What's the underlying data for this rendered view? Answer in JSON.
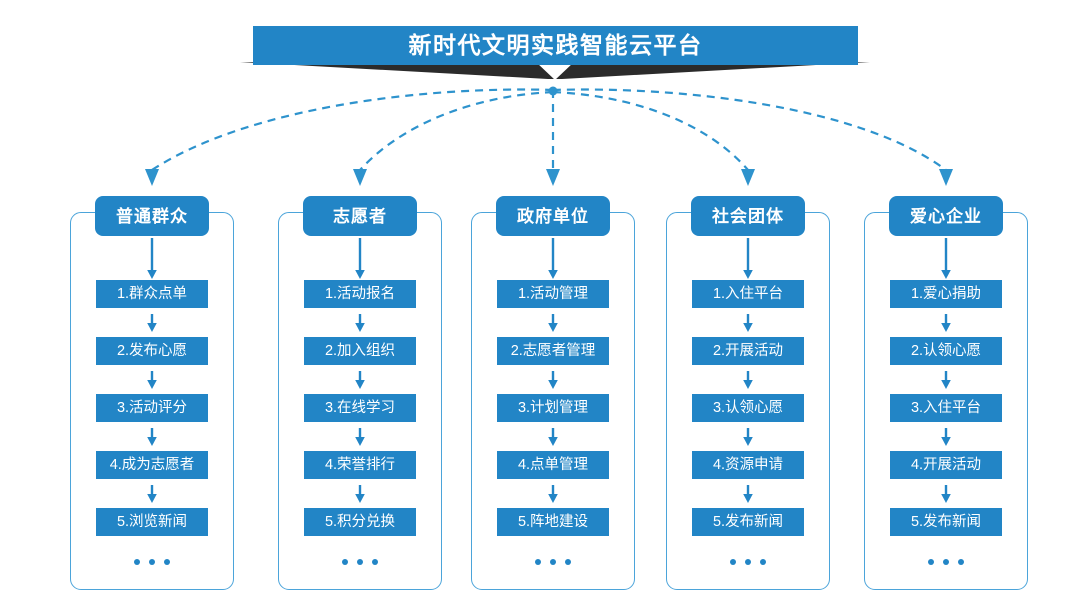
{
  "banner": {
    "title": "新时代文明实践智能云平台",
    "arrow_icon": "chevron-down-icon"
  },
  "theme": {
    "primary_blue": "#2285c6",
    "border_blue": "#4ba4da",
    "dash_blue": "#2e93cd",
    "ribbon_dark": "#2b2b2b",
    "background": "#ffffff",
    "text_on_blue": "#ffffff"
  },
  "columns": [
    {
      "header": "普通群众",
      "items": [
        "1.群众点单",
        "2.发布心愿",
        "3.活动评分",
        "4.成为志愿者",
        "5.浏览新闻"
      ],
      "more": "…"
    },
    {
      "header": "志愿者",
      "items": [
        "1.活动报名",
        "2.加入组织",
        "3.在线学习",
        "4.荣誉排行",
        "5.积分兑换"
      ],
      "more": "…"
    },
    {
      "header": "政府单位",
      "items": [
        "1.活动管理",
        "2.志愿者管理",
        "3.计划管理",
        "4.点单管理",
        "5.阵地建设"
      ],
      "more": "…"
    },
    {
      "header": "社会团体",
      "items": [
        "1.入住平台",
        "2.开展活动",
        "3.认领心愿",
        "4.资源申请",
        "5.发布新闻"
      ],
      "more": "…"
    },
    {
      "header": "爱心企业",
      "items": [
        "1.爱心捐助",
        "2.认领心愿",
        "3.入住平台",
        "4.开展活动",
        "5.发布新闻"
      ],
      "more": "…"
    }
  ]
}
